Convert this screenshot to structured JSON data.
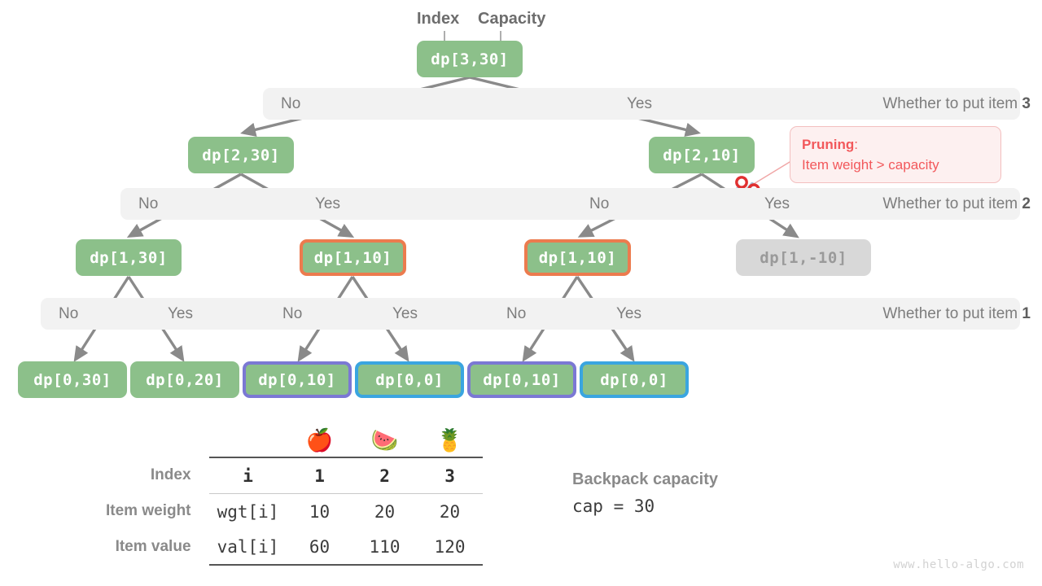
{
  "captions": {
    "index": "Index",
    "capacity": "Capacity"
  },
  "levels": [
    {
      "no": "No",
      "yes": "Yes",
      "right": "Whether to put item ",
      "item": "3"
    },
    {
      "no": "No",
      "yes": "Yes",
      "right": "Whether to put item ",
      "item": "2"
    },
    {
      "no": "No",
      "yes": "Yes",
      "right": "Whether to put item ",
      "item": "1"
    }
  ],
  "level2_labels": {
    "no_left": "No",
    "yes_left": "Yes",
    "no_right": "No",
    "yes_right": "Yes"
  },
  "level3_labels": {
    "no1": "No",
    "yes1": "Yes",
    "no2": "No",
    "yes2": "Yes",
    "no3": "No",
    "yes3": "Yes"
  },
  "nodes": {
    "root": "dp[3,30]",
    "l1_left": "dp[2,30]",
    "l1_right": "dp[2,10]",
    "l2_a": "dp[1,30]",
    "l2_b": "dp[1,10]",
    "l2_c": "dp[1,10]",
    "l2_d": "dp[1,-10]",
    "l3_a": "dp[0,30]",
    "l3_b": "dp[0,20]",
    "l3_c": "dp[0,10]",
    "l3_d": "dp[0,0]",
    "l3_e": "dp[0,10]",
    "l3_f": "dp[0,0]"
  },
  "pruning": {
    "title": "Pruning",
    "colon": ":",
    "detail": "Item weight > capacity"
  },
  "table": {
    "fruits": [
      "🍎",
      "🍉",
      "🍍"
    ],
    "rows": [
      {
        "label": "Index",
        "key": "i",
        "values": [
          "1",
          "2",
          "3"
        ]
      },
      {
        "label": "Item weight",
        "key": "wgt[i]",
        "values": [
          "10",
          "20",
          "20"
        ]
      },
      {
        "label": "Item value",
        "key": "val[i]",
        "values": [
          "60",
          "110",
          "120"
        ]
      }
    ]
  },
  "capacity_info": {
    "title": "Backpack capacity",
    "code": "cap = 30"
  },
  "watermark": "www.hello-algo.com",
  "colors": {
    "node_green": "#8cc08a",
    "highlight_orange": "#ec7b4e",
    "highlight_purple": "#7b78d4",
    "highlight_blue": "#3aa5e0",
    "dim_gray": "#d8d8d8",
    "band_gray": "#f2f2f2",
    "prune_red": "#f2585b",
    "edge_gray": "#888888"
  }
}
